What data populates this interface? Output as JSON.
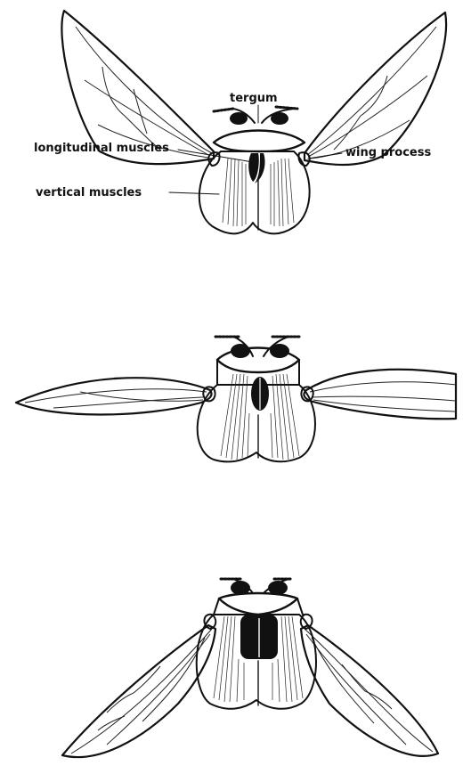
{
  "labels": {
    "tergum": "tergum",
    "longitudinal_muscles": "longitudinal muscles",
    "vertical_muscles": "vertical muscles",
    "wing_process": "wing process"
  },
  "colors": {
    "ink": "#111111",
    "background": "#ffffff"
  },
  "figures": [
    {
      "state": "wings-up"
    },
    {
      "state": "wings-level"
    },
    {
      "state": "wings-down"
    }
  ]
}
